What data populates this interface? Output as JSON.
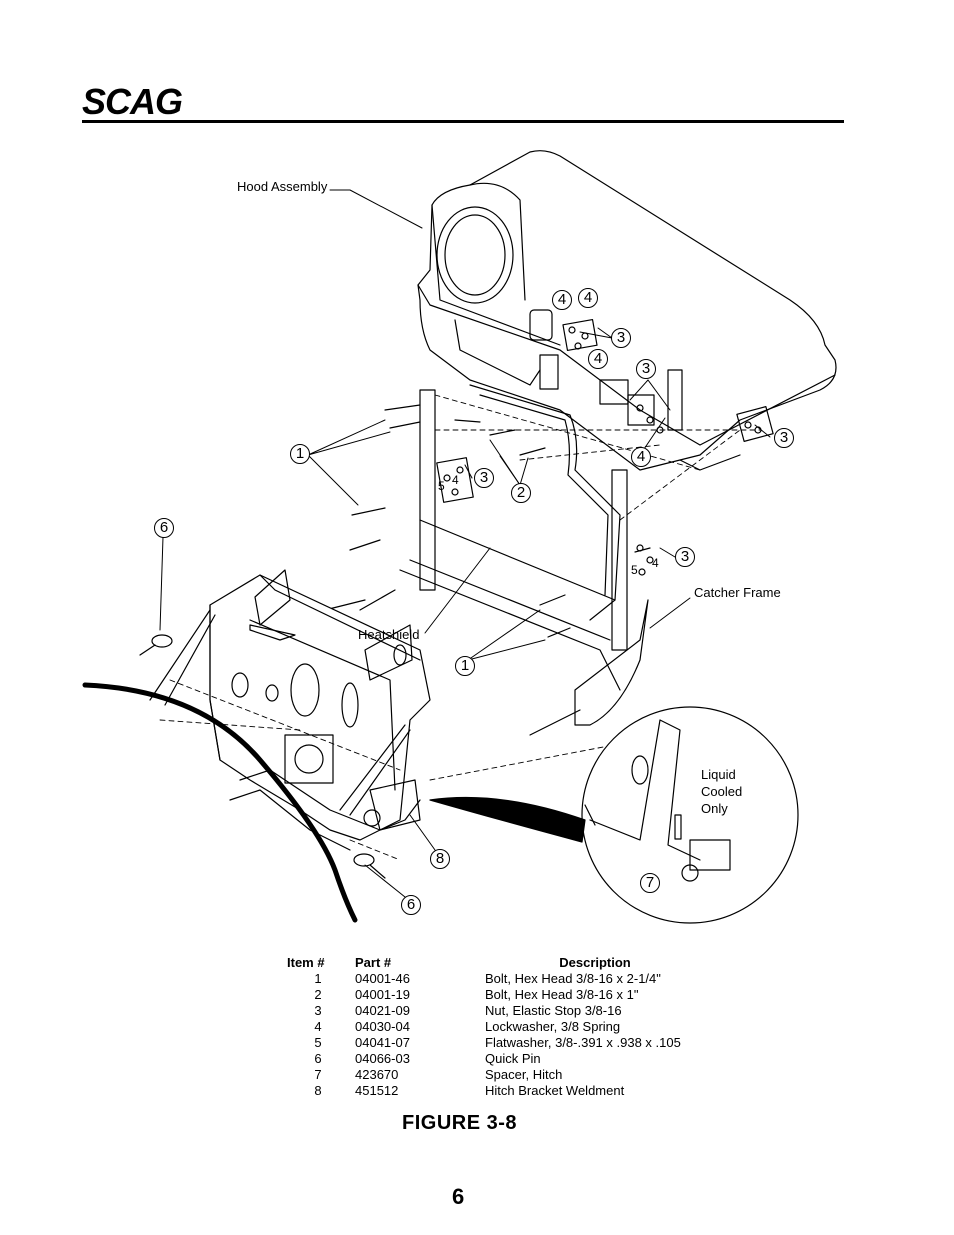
{
  "brand": {
    "logo_text": "SCAG"
  },
  "diagram": {
    "labels": {
      "hood_assembly": "Hood Assembly",
      "catcher_frame": "Catcher Frame",
      "heatshield": "Heatshield",
      "liquid_cooled_only": [
        "Liquid",
        "Cooled",
        "Only"
      ]
    },
    "callouts": {
      "c1": "1",
      "c2": "1",
      "c3": "2",
      "c4": "3",
      "c5": "3",
      "c6": "3",
      "c7": "3",
      "c8": "3",
      "c9": "4",
      "c10": "4",
      "c11": "4",
      "c12": "4",
      "c13": "4",
      "c14": "4",
      "c15": "5",
      "c16": "5",
      "c17": "6",
      "c18": "6",
      "c19": "7",
      "c20": "8"
    }
  },
  "parts_table": {
    "headers": {
      "item": "Item #",
      "part": "Part #",
      "description": "Description"
    },
    "rows": [
      {
        "item": "1",
        "part": "04001-46",
        "description": "Bolt, Hex Head 3/8-16 x 2-1/4\""
      },
      {
        "item": "2",
        "part": "04001-19",
        "description": "Bolt, Hex Head 3/8-16 x 1\""
      },
      {
        "item": "3",
        "part": "04021-09",
        "description": "Nut, Elastic Stop 3/8-16"
      },
      {
        "item": "4",
        "part": "04030-04",
        "description": "Lockwasher, 3/8 Spring"
      },
      {
        "item": "5",
        "part": "04041-07",
        "description": "Flatwasher, 3/8-.391 x .938 x .105"
      },
      {
        "item": "6",
        "part": "04066-03",
        "description": "Quick Pin"
      },
      {
        "item": "7",
        "part": "423670",
        "description": "Spacer, Hitch"
      },
      {
        "item": "8",
        "part": "451512",
        "description": "Hitch Bracket Weldment"
      }
    ]
  },
  "figure_title": "FIGURE  3-8",
  "page_number": "6"
}
